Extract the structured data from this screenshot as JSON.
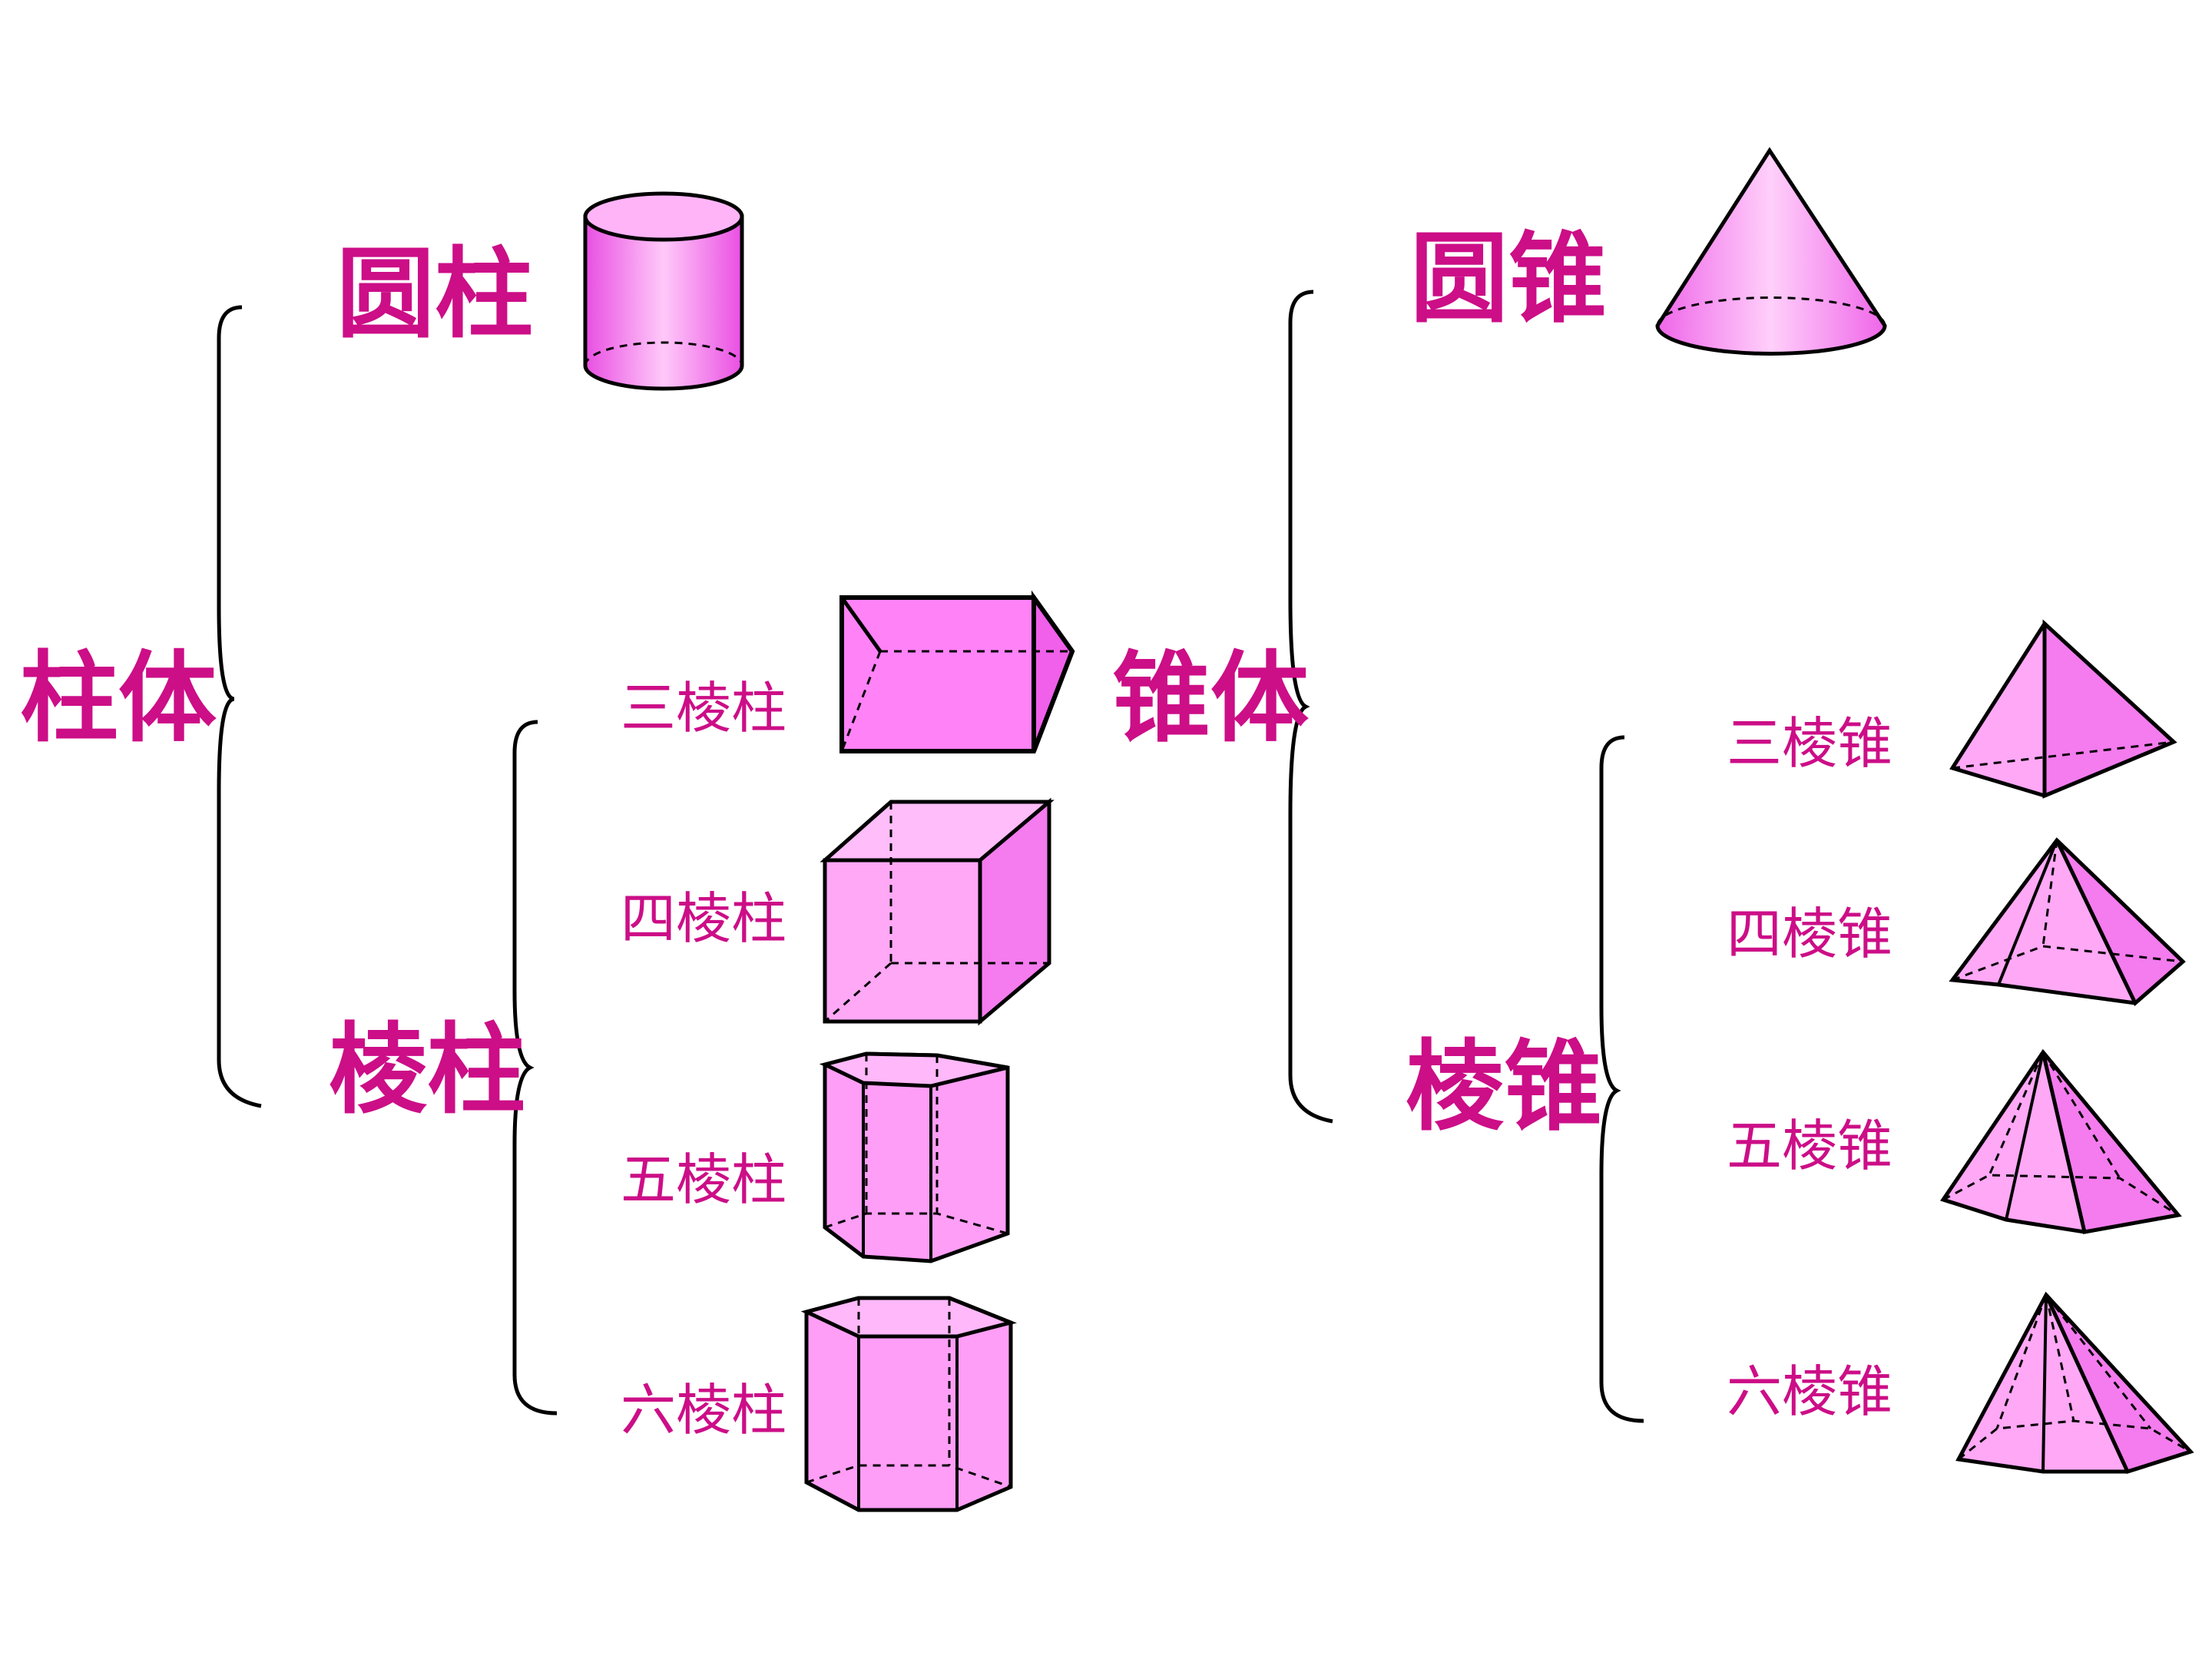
{
  "colors": {
    "label": "#cc0e87",
    "fill_light": "#ffa8f6",
    "fill_mid": "#ff82f7",
    "fill_dark": "#e94fe2",
    "stroke": "#000000"
  },
  "labels": {
    "prisms": "柱体",
    "cylinder": "圆柱",
    "prism": "棱柱",
    "tri_prism": "三棱柱",
    "quad_prism": "四棱柱",
    "pent_prism": "五棱柱",
    "hex_prism": "六棱柱",
    "cones": "锥体",
    "cone": "圆锥",
    "pyramid": "棱锥",
    "tri_pyramid": "三棱锥",
    "quad_pyramid": "四棱锥",
    "pent_pyramid": "五棱锥",
    "hex_pyramid": "六棱锥"
  },
  "shapes": [
    "cylinder-icon",
    "triangular-prism-icon",
    "cube-icon",
    "pentagonal-prism-icon",
    "hexagonal-prism-icon",
    "cone-icon",
    "triangular-pyramid-icon",
    "square-pyramid-icon",
    "pentagonal-pyramid-icon",
    "hexagonal-pyramid-icon"
  ]
}
